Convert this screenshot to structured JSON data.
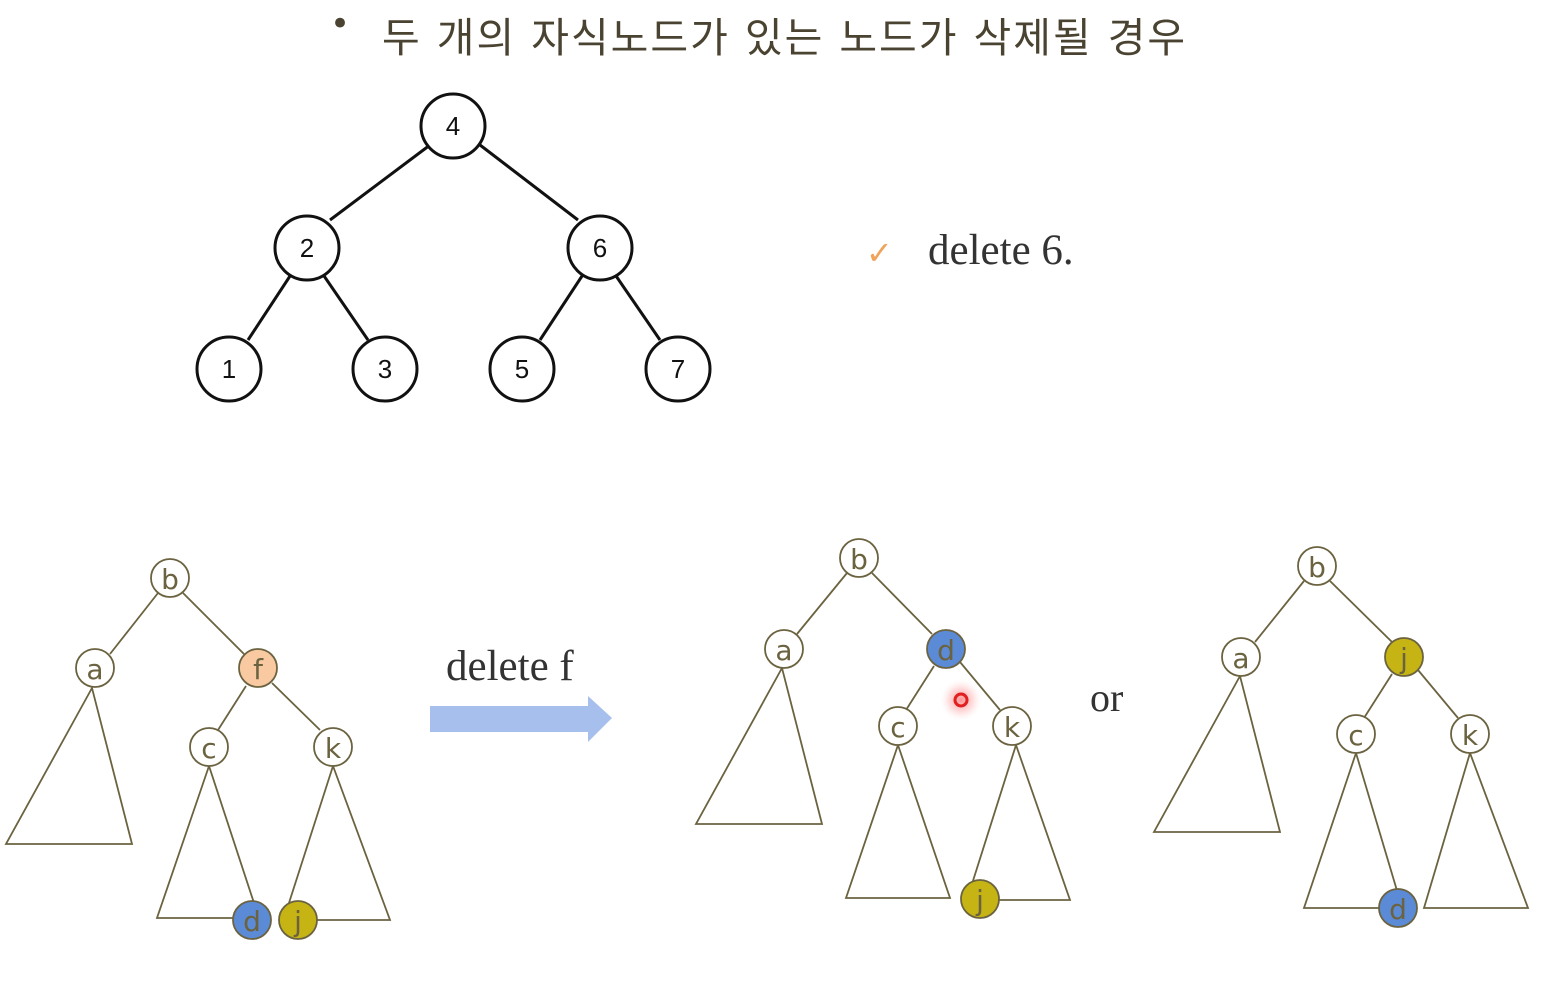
{
  "title": {
    "bullet": "•",
    "text": "두 개의 자식노드가 있는 노드가 삭제될 경우"
  },
  "note": {
    "check": "✓",
    "text": "delete 6."
  },
  "operation_label": "delete f",
  "or_label": "or",
  "colors": {
    "node_blue": "#5b8bd6",
    "node_yellow": "#c6b414",
    "node_peach": "#f9caa2",
    "arrow": "#a7bfec",
    "outline": "#6b6340",
    "cursor": "#e02020"
  },
  "bst_labels": [
    "4",
    "2",
    "6",
    "1",
    "3",
    "5",
    "7"
  ],
  "tree_before": [
    "b",
    "a",
    "f",
    "c",
    "k",
    "d",
    "j"
  ],
  "tree_after_1": [
    "b",
    "a",
    "d",
    "c",
    "k",
    "j"
  ],
  "tree_after_2": [
    "b",
    "a",
    "j",
    "c",
    "k",
    "d"
  ]
}
